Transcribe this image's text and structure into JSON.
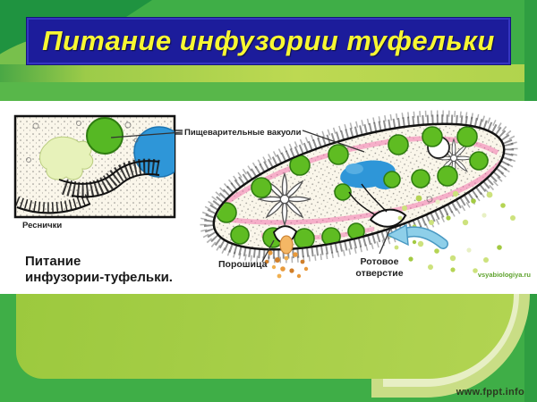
{
  "slide": {
    "title": "Питание инфузории туфельки",
    "caption": {
      "line1": "Питание",
      "line2": "инфузории-туфельки."
    },
    "watermark": "www.fppt.info",
    "image_credit": "vsyabiologiya.ru"
  },
  "diagram": {
    "labels": {
      "digestive_vacuoles": "Пищеварительные вакуоли",
      "cilia": "Реснички",
      "cytoproct": "Порошица",
      "oral_opening_line1": "Ротовое",
      "oral_opening_line2": "отверстие"
    },
    "colors": {
      "title_background": "#1c1c9b",
      "title_text": "#f7f733",
      "food_vacuole_green": "#5fbc22",
      "nucleus_blue": "#2e96d8",
      "membrane_pink": "#f267a8",
      "arrow_blue": "#8ecfe9",
      "excretion_orange": "#e89a3c",
      "food_particle_green": "#cde27d",
      "background_green": "#3fae47",
      "panel_white": "#ffffff"
    }
  }
}
